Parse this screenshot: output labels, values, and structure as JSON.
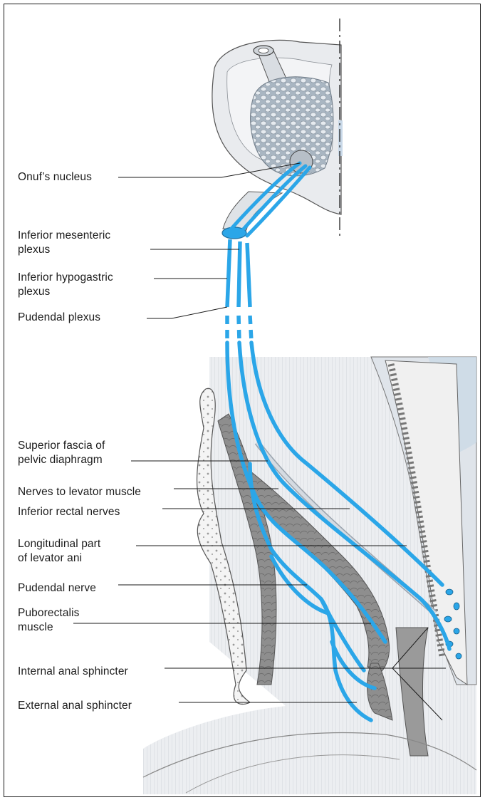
{
  "colors": {
    "nerve": "#2ba6e8",
    "tissue": "#e8ebee",
    "muscle": "#8a8a8a",
    "leader": "#1a1a1a"
  },
  "labels": {
    "onuf": "Onuf’s nucleus",
    "inf_mesenteric_1": "Inferior mesenteric",
    "inf_mesenteric_2": "plexus",
    "inf_hypogastric_1": "Inferior hypogastric",
    "inf_hypogastric_2": "plexus",
    "pudendal_plexus": "Pudendal plexus",
    "sup_fascia_1": "Superior fascia of",
    "sup_fascia_2": "pelvic diaphragm",
    "nerves_levator": "Nerves to levator muscle",
    "inf_rectal": "Inferior rectal nerves",
    "longitudinal_1": "Longitudinal part",
    "longitudinal_2": "of levator ani",
    "pudendal_nerve": "Pudendal nerve",
    "puborectalis_1": "Puborectalis",
    "puborectalis_2": "muscle",
    "internal_sphincter": "Internal anal sphincter",
    "external_sphincter": "External anal sphincter"
  }
}
